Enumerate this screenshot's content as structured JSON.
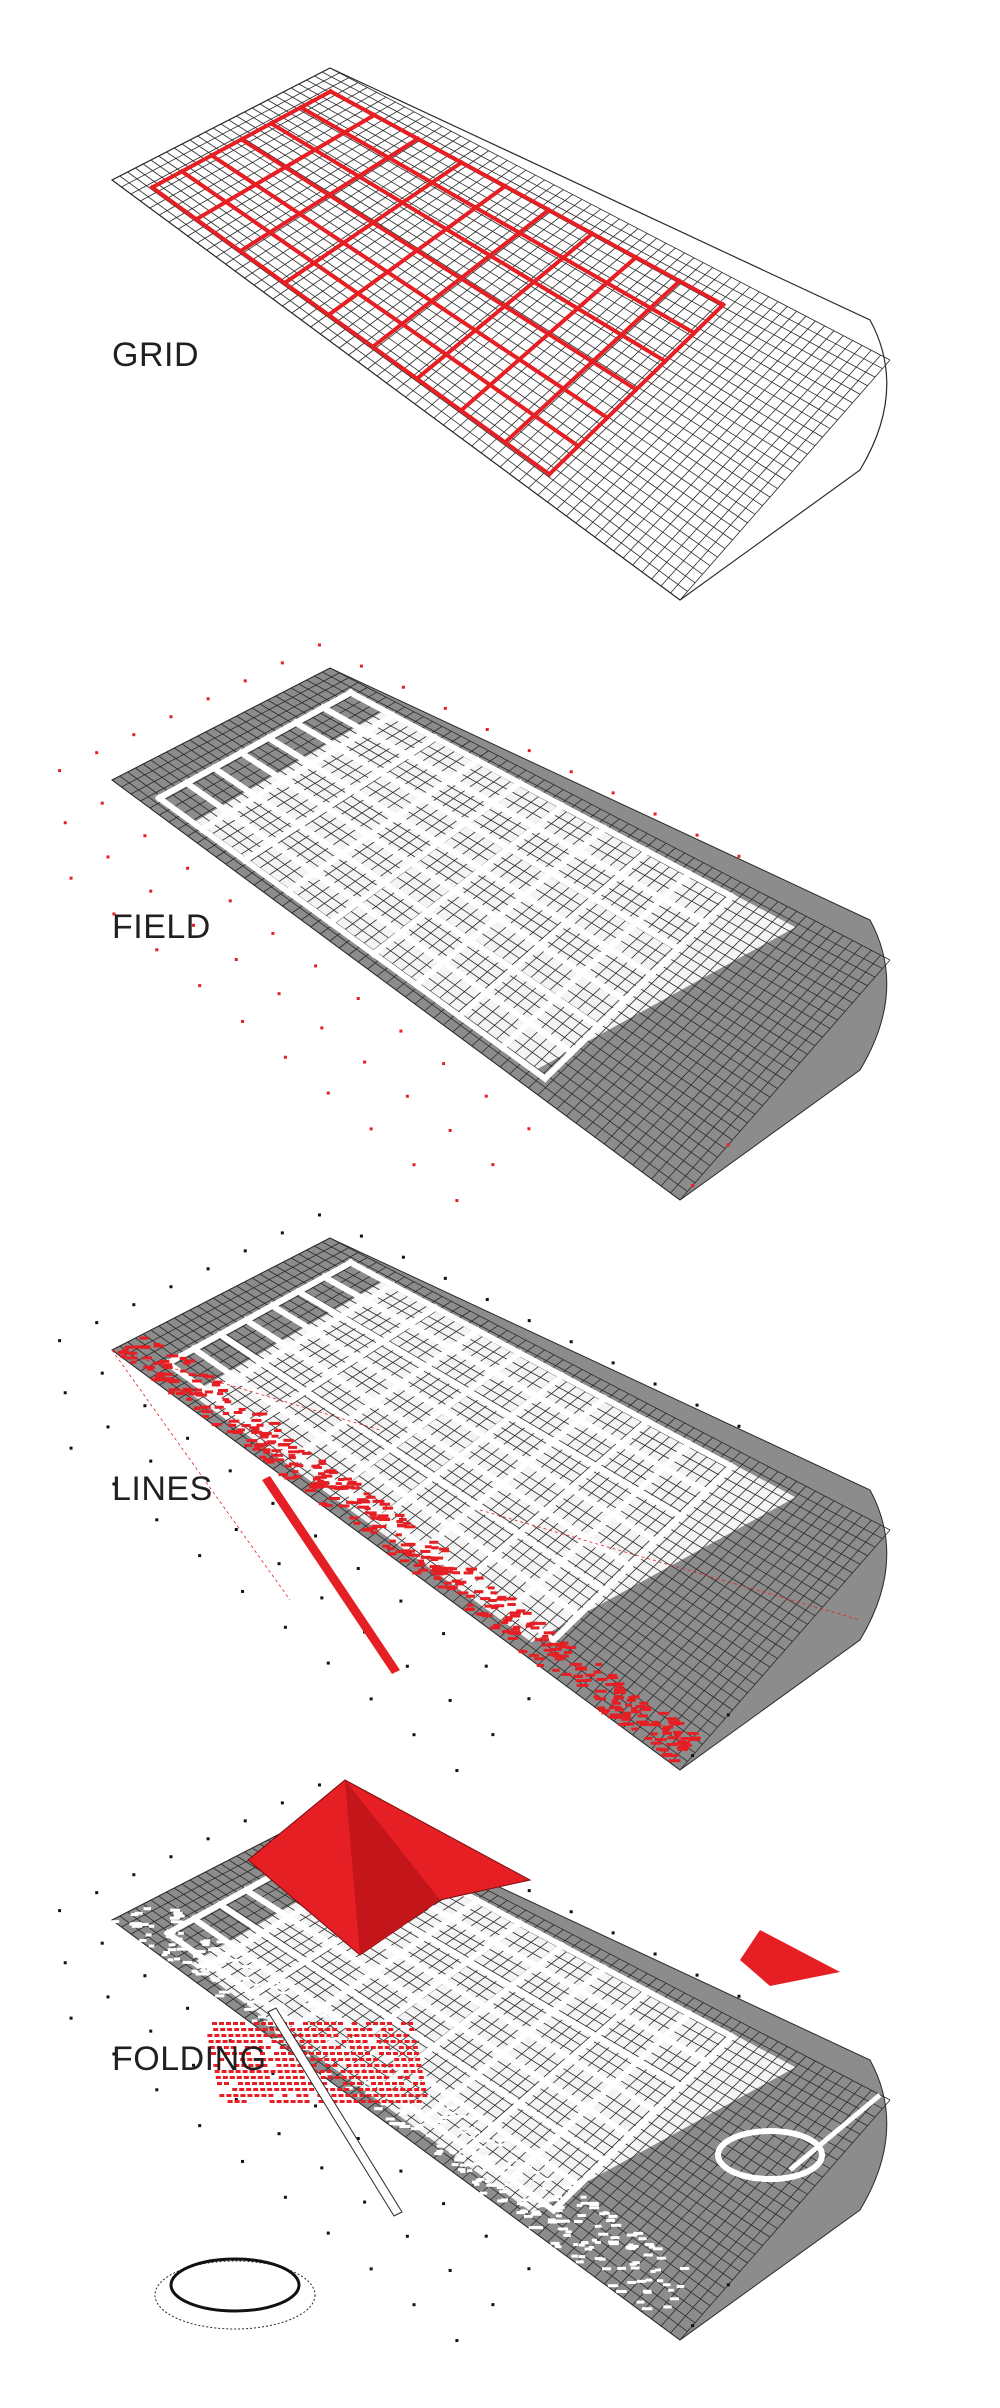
{
  "panels": [
    {
      "id": "grid",
      "label": "GRID"
    },
    {
      "id": "field",
      "label": "FIELD"
    },
    {
      "id": "lines",
      "label": "LINES"
    },
    {
      "id": "folding",
      "label": "FOLDING"
    }
  ],
  "colors": {
    "accent_red": "#e51f24",
    "mesh_line": "#2b2b2b",
    "shade_gray": "#8c8c8c",
    "white_grid": "#ffffff",
    "dot_black": "#111111"
  }
}
